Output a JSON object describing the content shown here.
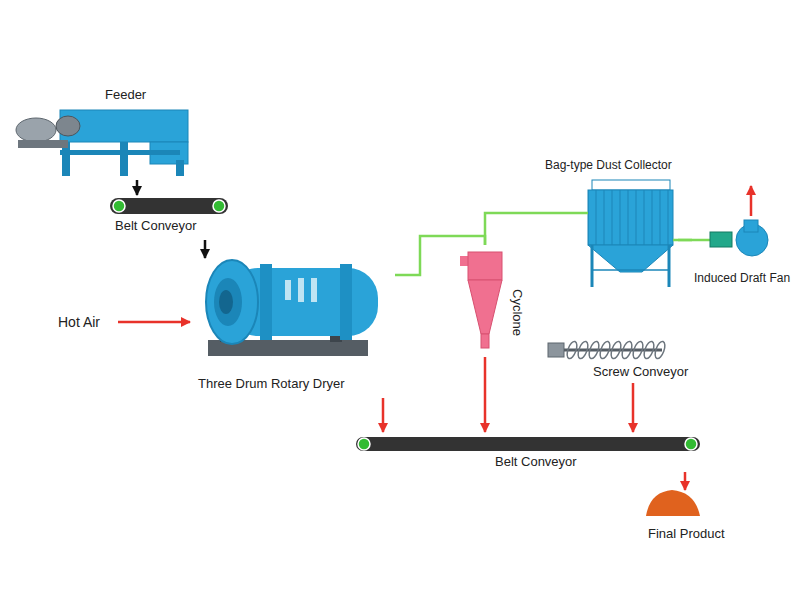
{
  "diagram": {
    "nodes": [
      {
        "text": [
          "Feeder"
        ]
      },
      {
        "text": [
          "Belt Conveyor"
        ]
      },
      {
        "text": [
          "Three Drum Rotary Dryer"
        ]
      },
      {
        "text": [
          "Cyclone"
        ]
      },
      {
        "text": [
          "Bag-type Dust Collector"
        ]
      },
      {
        "text": [
          "Induced Draft Fan"
        ]
      },
      {
        "text": [
          "Screw Conveyor"
        ]
      },
      {
        "text": [
          "Belt Conveyor"
        ]
      },
      {
        "text": [
          "Final Product"
        ]
      }
    ],
    "edges": [
      {
        "from": 0,
        "to": 1,
        "arrow": "to"
      },
      {
        "from": 1,
        "to": 2,
        "arrow": "to"
      },
      {
        "from": 2,
        "to": 3,
        "arrow": "none"
      },
      {
        "from": 3,
        "to": 4,
        "arrow": "none"
      },
      {
        "from": 4,
        "to": 5,
        "arrow": "none"
      },
      {
        "from": 2,
        "to": 7,
        "arrow": "to"
      },
      {
        "from": 3,
        "to": 7,
        "arrow": "to"
      },
      {
        "from": 6,
        "to": 7,
        "arrow": "to"
      },
      {
        "from": 7,
        "to": 8,
        "arrow": "to"
      }
    ],
    "labels": [
      "Hot Air"
    ]
  }
}
